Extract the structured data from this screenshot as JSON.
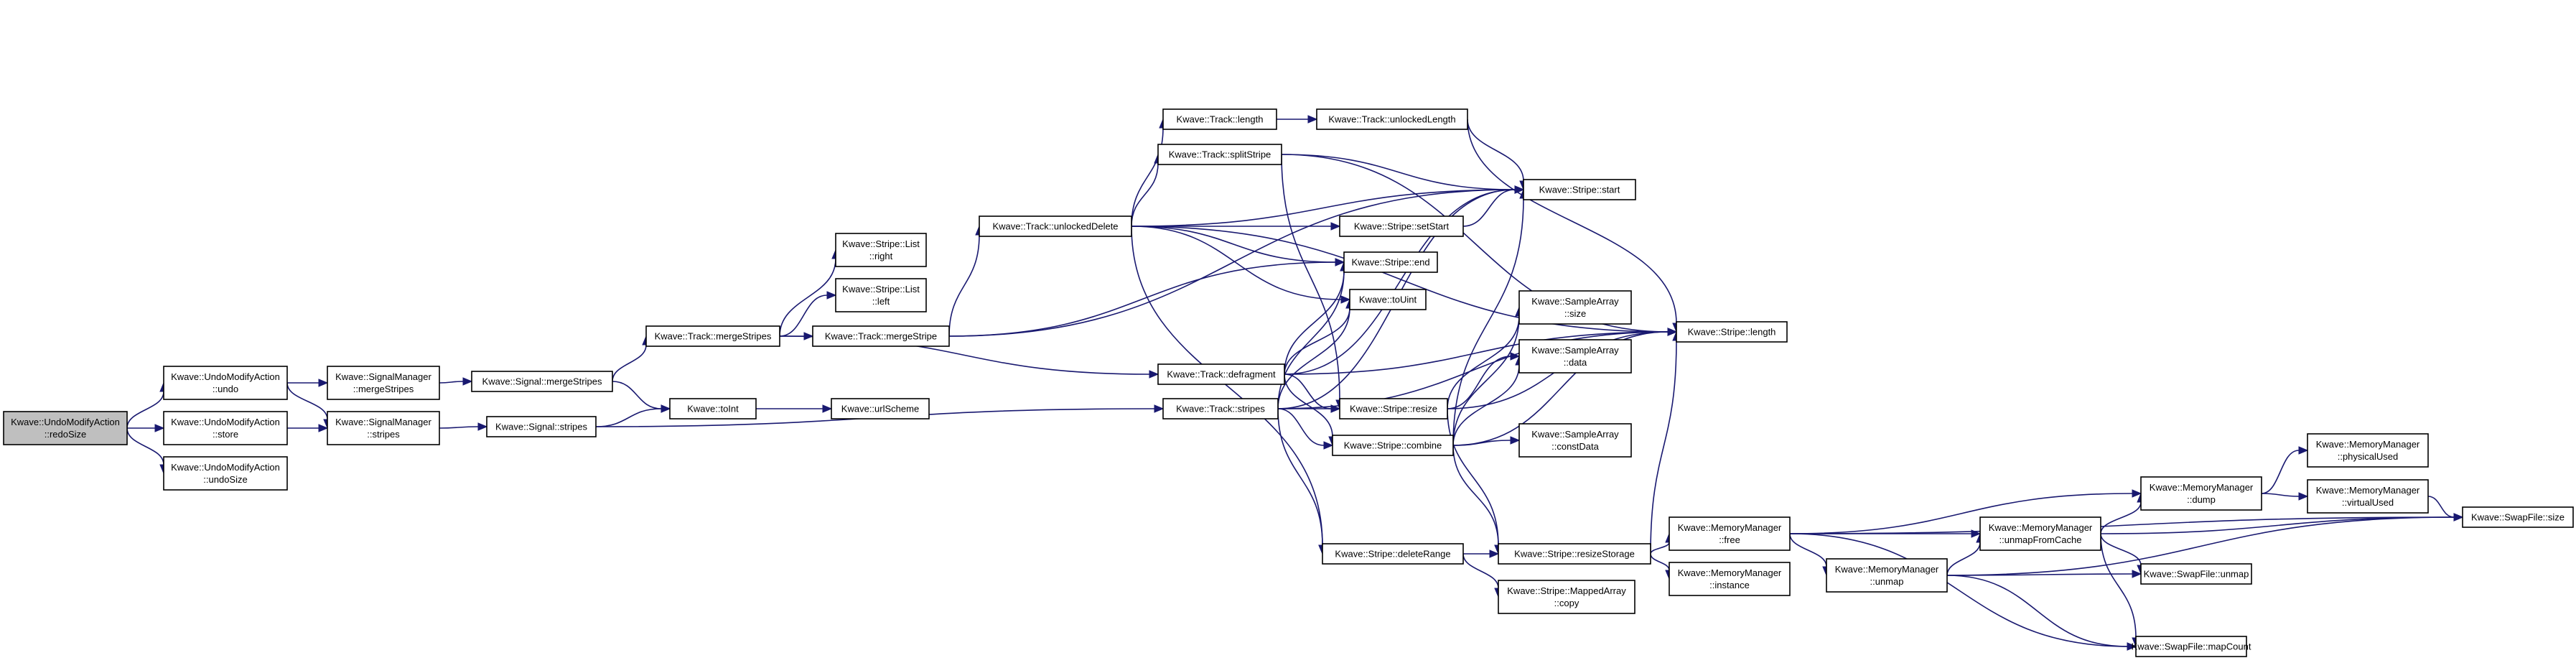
{
  "nodes": [
    {
      "id": "root",
      "lines": [
        "Kwave::UndoModifyAction",
        "::redoSize"
      ],
      "root": true
    },
    {
      "id": "undo",
      "lines": [
        "Kwave::UndoModifyAction",
        "::undo"
      ]
    },
    {
      "id": "store",
      "lines": [
        "Kwave::UndoModifyAction",
        "::store"
      ]
    },
    {
      "id": "undoSize",
      "lines": [
        "Kwave::UndoModifyAction",
        "::undoSize"
      ]
    },
    {
      "id": "smMerge",
      "lines": [
        "Kwave::SignalManager",
        "::mergeStripes"
      ]
    },
    {
      "id": "smStripes",
      "lines": [
        "Kwave::SignalManager",
        "::stripes"
      ]
    },
    {
      "id": "sigMerge",
      "lines": [
        "Kwave::Signal::mergeStripes"
      ]
    },
    {
      "id": "sigStripes",
      "lines": [
        "Kwave::Signal::stripes"
      ]
    },
    {
      "id": "trMerges",
      "lines": [
        "Kwave::Track::mergeStripes"
      ]
    },
    {
      "id": "toInt",
      "lines": [
        "Kwave::toInt"
      ]
    },
    {
      "id": "urlScheme",
      "lines": [
        "Kwave::urlScheme"
      ]
    },
    {
      "id": "listRight",
      "lines": [
        "Kwave::Stripe::List",
        "::right"
      ]
    },
    {
      "id": "listLeft",
      "lines": [
        "Kwave::Stripe::List",
        "::left"
      ]
    },
    {
      "id": "trMerge",
      "lines": [
        "Kwave::Track::mergeStripe"
      ]
    },
    {
      "id": "unlockedDelete",
      "lines": [
        "Kwave::Track::unlockedDelete"
      ]
    },
    {
      "id": "trLength",
      "lines": [
        "Kwave::Track::length"
      ]
    },
    {
      "id": "splitStripe",
      "lines": [
        "Kwave::Track::splitStripe"
      ]
    },
    {
      "id": "unlockedLength",
      "lines": [
        "Kwave::Track::unlockedLength"
      ]
    },
    {
      "id": "defragment",
      "lines": [
        "Kwave::Track::defragment"
      ]
    },
    {
      "id": "trStripes",
      "lines": [
        "Kwave::Track::stripes"
      ]
    },
    {
      "id": "setStart",
      "lines": [
        "Kwave::Stripe::setStart"
      ]
    },
    {
      "id": "stEnd",
      "lines": [
        "Kwave::Stripe::end"
      ]
    },
    {
      "id": "toUint",
      "lines": [
        "Kwave::toUint"
      ]
    },
    {
      "id": "stResize",
      "lines": [
        "Kwave::Stripe::resize"
      ]
    },
    {
      "id": "combine",
      "lines": [
        "Kwave::Stripe::combine"
      ]
    },
    {
      "id": "deleteRange",
      "lines": [
        "Kwave::Stripe::deleteRange"
      ]
    },
    {
      "id": "stStart",
      "lines": [
        "Kwave::Stripe::start"
      ]
    },
    {
      "id": "saSize",
      "lines": [
        "Kwave::SampleArray",
        "::size"
      ]
    },
    {
      "id": "saData",
      "lines": [
        "Kwave::SampleArray",
        "::data"
      ]
    },
    {
      "id": "saConst",
      "lines": [
        "Kwave::SampleArray",
        "::constData"
      ]
    },
    {
      "id": "resizeStorage",
      "lines": [
        "Kwave::Stripe::resizeStorage"
      ]
    },
    {
      "id": "mappedCopy",
      "lines": [
        "Kwave::Stripe::MappedArray",
        "::copy"
      ]
    },
    {
      "id": "stLength",
      "lines": [
        "Kwave::Stripe::length"
      ]
    },
    {
      "id": "mmFree",
      "lines": [
        "Kwave::MemoryManager",
        "::free"
      ]
    },
    {
      "id": "mmInstance",
      "lines": [
        "Kwave::MemoryManager",
        "::instance"
      ]
    },
    {
      "id": "mmUnmap",
      "lines": [
        "Kwave::MemoryManager",
        "::unmap"
      ]
    },
    {
      "id": "mmUnmapCache",
      "lines": [
        "Kwave::MemoryManager",
        "::unmapFromCache"
      ]
    },
    {
      "id": "mmDump",
      "lines": [
        "Kwave::MemoryManager",
        "::dump"
      ]
    },
    {
      "id": "mmPhys",
      "lines": [
        "Kwave::MemoryManager",
        "::physicalUsed"
      ]
    },
    {
      "id": "mmVirt",
      "lines": [
        "Kwave::MemoryManager",
        "::virtualUsed"
      ]
    },
    {
      "id": "sfSize",
      "lines": [
        "Kwave::SwapFile::size"
      ]
    },
    {
      "id": "sfUnmap",
      "lines": [
        "Kwave::SwapFile::unmap"
      ]
    },
    {
      "id": "sfMapCount",
      "lines": [
        "Kwave::SwapFile::mapCount"
      ]
    }
  ],
  "edges": [
    [
      "root",
      "undo"
    ],
    [
      "root",
      "store"
    ],
    [
      "root",
      "undoSize"
    ],
    [
      "undo",
      "smMerge"
    ],
    [
      "undo",
      "smStripes"
    ],
    [
      "store",
      "smStripes"
    ],
    [
      "smMerge",
      "sigMerge"
    ],
    [
      "smStripes",
      "sigStripes"
    ],
    [
      "sigMerge",
      "trMerges"
    ],
    [
      "sigMerge",
      "toInt"
    ],
    [
      "sigStripes",
      "toInt"
    ],
    [
      "sigStripes",
      "trStripes"
    ],
    [
      "toInt",
      "urlScheme"
    ],
    [
      "trMerges",
      "listRight"
    ],
    [
      "trMerges",
      "listLeft"
    ],
    [
      "trMerges",
      "trMerge"
    ],
    [
      "trMerges",
      "defragment"
    ],
    [
      "trMerge",
      "unlockedDelete"
    ],
    [
      "trMerge",
      "stEnd"
    ],
    [
      "trMerge",
      "stStart"
    ],
    [
      "unlockedDelete",
      "trLength"
    ],
    [
      "unlockedDelete",
      "splitStripe"
    ],
    [
      "unlockedDelete",
      "setStart"
    ],
    [
      "unlockedDelete",
      "stEnd"
    ],
    [
      "unlockedDelete",
      "toUint"
    ],
    [
      "unlockedDelete",
      "deleteRange"
    ],
    [
      "unlockedDelete",
      "stStart"
    ],
    [
      "unlockedDelete",
      "stLength"
    ],
    [
      "trLength",
      "unlockedLength"
    ],
    [
      "unlockedLength",
      "stStart"
    ],
    [
      "unlockedLength",
      "stLength"
    ],
    [
      "splitStripe",
      "stStart"
    ],
    [
      "splitStripe",
      "stResize"
    ],
    [
      "splitStripe",
      "stLength"
    ],
    [
      "setStart",
      "stStart"
    ],
    [
      "defragment",
      "stEnd"
    ],
    [
      "defragment",
      "toUint"
    ],
    [
      "defragment",
      "stResize"
    ],
    [
      "defragment",
      "combine"
    ],
    [
      "defragment",
      "stStart"
    ],
    [
      "defragment",
      "stLength"
    ],
    [
      "trStripes",
      "stEnd"
    ],
    [
      "trStripes",
      "stResize"
    ],
    [
      "trStripes",
      "combine"
    ],
    [
      "trStripes",
      "deleteRange"
    ],
    [
      "trStripes",
      "stStart"
    ],
    [
      "trStripes",
      "stLength"
    ],
    [
      "trStripes",
      "toUint"
    ],
    [
      "stResize",
      "saSize"
    ],
    [
      "stResize",
      "saData"
    ],
    [
      "stResize",
      "resizeStorage"
    ],
    [
      "stResize",
      "stLength"
    ],
    [
      "combine",
      "saSize"
    ],
    [
      "combine",
      "saData"
    ],
    [
      "combine",
      "saConst"
    ],
    [
      "combine",
      "resizeStorage"
    ],
    [
      "combine",
      "stStart"
    ],
    [
      "combine",
      "stLength"
    ],
    [
      "deleteRange",
      "resizeStorage"
    ],
    [
      "deleteRange",
      "mappedCopy"
    ],
    [
      "resizeStorage",
      "mmFree"
    ],
    [
      "resizeStorage",
      "mmInstance"
    ],
    [
      "resizeStorage",
      "stLength"
    ],
    [
      "mmFree",
      "mmUnmap"
    ],
    [
      "mmFree",
      "mmUnmapCache"
    ],
    [
      "mmFree",
      "mmDump"
    ],
    [
      "mmFree",
      "sfSize"
    ],
    [
      "mmFree",
      "sfMapCount"
    ],
    [
      "mmUnmap",
      "mmUnmapCache"
    ],
    [
      "mmUnmap",
      "sfUnmap"
    ],
    [
      "mmUnmap",
      "sfSize"
    ],
    [
      "mmUnmap",
      "sfMapCount"
    ],
    [
      "mmUnmapCache",
      "mmDump"
    ],
    [
      "mmUnmapCache",
      "sfUnmap"
    ],
    [
      "mmUnmapCache",
      "sfSize"
    ],
    [
      "mmUnmapCache",
      "sfMapCount"
    ],
    [
      "mmDump",
      "mmPhys"
    ],
    [
      "mmDump",
      "mmVirt"
    ],
    [
      "mmVirt",
      "sfSize"
    ]
  ]
}
